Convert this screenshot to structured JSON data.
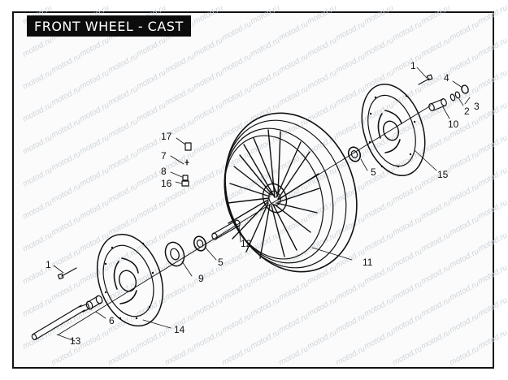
{
  "title": "FRONT WHEEL - CAST",
  "watermark": "motod.ru",
  "colors": {
    "line": "#111111",
    "background": "#ffffff",
    "title_bg": "#0c0c0c",
    "title_fg": "#ffffff",
    "watermark": "#cfd6dc"
  },
  "callouts": [
    {
      "id": "c1-top",
      "label": "1"
    },
    {
      "id": "c4",
      "label": "4"
    },
    {
      "id": "c3",
      "label": "3"
    },
    {
      "id": "c2",
      "label": "2"
    },
    {
      "id": "c10",
      "label": "10"
    },
    {
      "id": "c5-top",
      "label": "5"
    },
    {
      "id": "c15",
      "label": "15"
    },
    {
      "id": "c17",
      "label": "17"
    },
    {
      "id": "c7",
      "label": "7"
    },
    {
      "id": "c8",
      "label": "8"
    },
    {
      "id": "c16",
      "label": "16"
    },
    {
      "id": "c12",
      "label": "12"
    },
    {
      "id": "c5-bottom",
      "label": "5"
    },
    {
      "id": "c11",
      "label": "11"
    },
    {
      "id": "c9",
      "label": "9"
    },
    {
      "id": "c1-bottom",
      "label": "1"
    },
    {
      "id": "c6",
      "label": "6"
    },
    {
      "id": "c14",
      "label": "14"
    },
    {
      "id": "c13",
      "label": "13"
    }
  ]
}
